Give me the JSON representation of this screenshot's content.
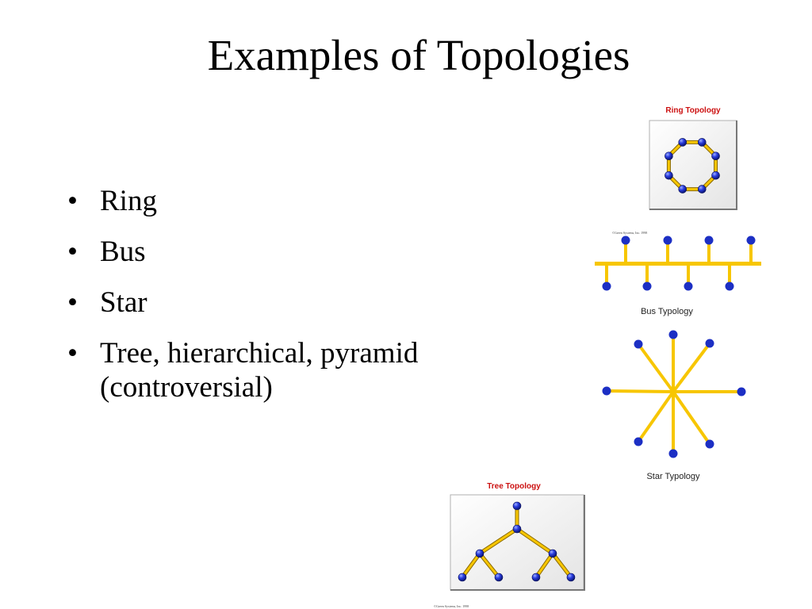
{
  "slide": {
    "title": "Examples of Topologies",
    "bullets": [
      {
        "text": "Ring"
      },
      {
        "text": "Bus"
      },
      {
        "text": "Star"
      },
      {
        "text": "Tree, hierarchical, pyramid (controversial)"
      }
    ],
    "bullet_glyph": "•"
  },
  "figures": {
    "ring": {
      "title": "Ring Topology"
    },
    "bus": {
      "label": "Bus Typology",
      "credit": "©Green Systems, Inc. 1998"
    },
    "star": {
      "label": "Star Typology"
    },
    "tree": {
      "title": "Tree Topology",
      "credit": "©Green Systems, Inc. 1998"
    }
  },
  "colors": {
    "node_blue": "#1c2fc4",
    "link_yellow": "#f7c600",
    "title_red": "#cc1111",
    "frame_gray": "#9a9a9a"
  }
}
